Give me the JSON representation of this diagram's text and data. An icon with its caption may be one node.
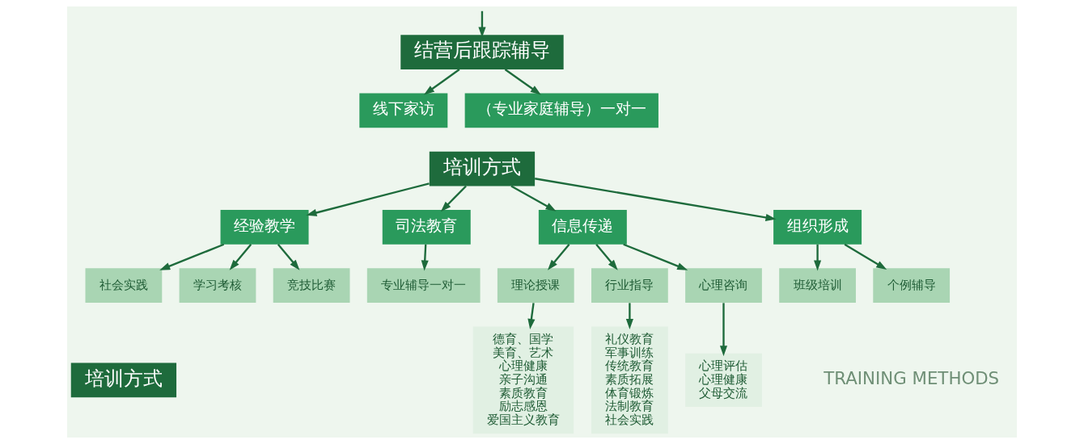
{
  "diagram": {
    "nodes": [
      {
        "text": [
          "结营后跟踪辅导"
        ]
      },
      {
        "text": [
          "线下家访"
        ]
      },
      {
        "text": [
          "（专业家庭辅导）一对一"
        ]
      },
      {
        "text": [
          "培训方式"
        ]
      },
      {
        "text": [
          "经验教学"
        ]
      },
      {
        "text": [
          "司法教育"
        ]
      },
      {
        "text": [
          "信息传递"
        ]
      },
      {
        "text": [
          "组织形成"
        ]
      },
      {
        "text": [
          "社会实践"
        ]
      },
      {
        "text": [
          "学习考核"
        ]
      },
      {
        "text": [
          "竞技比赛"
        ]
      },
      {
        "text": [
          "专业辅导一对一"
        ]
      },
      {
        "text": [
          "理论授课"
        ]
      },
      {
        "text": [
          "行业指导"
        ]
      },
      {
        "text": [
          "心理咨询"
        ]
      },
      {
        "text": [
          "班级培训"
        ]
      },
      {
        "text": [
          "个例辅导"
        ]
      },
      {
        "text": [
          "德育、国学",
          "美育、艺术",
          "心理健康",
          "亲子沟通",
          "素质教育",
          "励志感恩",
          "爱国主义教育"
        ]
      },
      {
        "text": [
          "礼仪教育",
          "军事训练",
          "传统教育",
          "素质拓展",
          "体育锻炼",
          "法制教育",
          "社会实践"
        ]
      },
      {
        "text": [
          "心理评估",
          "心理健康",
          "父母交流"
        ]
      },
      {
        "text": [
          "培训方式"
        ]
      }
    ],
    "edges": [
      {
        "from": null,
        "to": 0,
        "arrow": "to"
      },
      {
        "from": 0,
        "to": 1,
        "arrow": "to"
      },
      {
        "from": 0,
        "to": 2,
        "arrow": "to"
      },
      {
        "from": 3,
        "to": 4,
        "arrow": "to"
      },
      {
        "from": 3,
        "to": 5,
        "arrow": "to"
      },
      {
        "from": 3,
        "to": 6,
        "arrow": "to"
      },
      {
        "from": 3,
        "to": 7,
        "arrow": "to"
      },
      {
        "from": 4,
        "to": 8,
        "arrow": "to"
      },
      {
        "from": 4,
        "to": 9,
        "arrow": "to"
      },
      {
        "from": 4,
        "to": 10,
        "arrow": "to"
      },
      {
        "from": 5,
        "to": 11,
        "arrow": "to"
      },
      {
        "from": 6,
        "to": 12,
        "arrow": "to"
      },
      {
        "from": 6,
        "to": 13,
        "arrow": "to"
      },
      {
        "from": 6,
        "to": 14,
        "arrow": "to"
      },
      {
        "from": 7,
        "to": 15,
        "arrow": "to"
      },
      {
        "from": 7,
        "to": 16,
        "arrow": "to"
      },
      {
        "from": 12,
        "to": 17,
        "arrow": "to"
      },
      {
        "from": 13,
        "to": 18,
        "arrow": "to"
      },
      {
        "from": 14,
        "to": 19,
        "arrow": "to"
      }
    ],
    "labels": [
      "TRAINING METHODS"
    ]
  }
}
